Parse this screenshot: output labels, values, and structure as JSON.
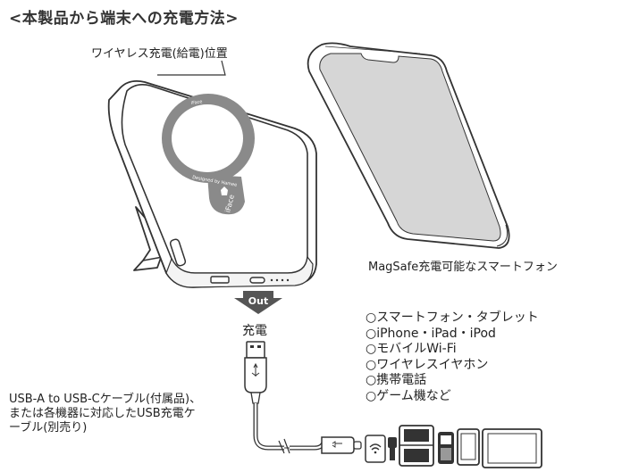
{
  "title": "<本製品から端末への充電方法>",
  "wireless_label": "ワイヤレス充電(給電)位置",
  "phone_label": "MagSafe充電可能なスマートフォン",
  "out_label": "Out",
  "charge_label": "充電",
  "devices": [
    "○スマートフォン・タブレット",
    "○iPhone・iPad・iPod",
    "○モバイルWi-Fi",
    "○ワイヤレスイヤホン",
    "○携帯電話",
    "○ゲーム機など"
  ],
  "cable_desc": [
    "USB-A to USB-Cケーブル(付属品)、",
    "または各機器に対応したUSB充電ケ",
    "ーブル(別売り)"
  ],
  "ring_text_top": "iFace",
  "ring_text_bottom": "Designed by Hamee",
  "logo_text": "iFace",
  "colors": {
    "ring": "#8a8a8a",
    "out_arrow": "#555555",
    "screen": "#d6d6d6",
    "outline": "#333333"
  }
}
